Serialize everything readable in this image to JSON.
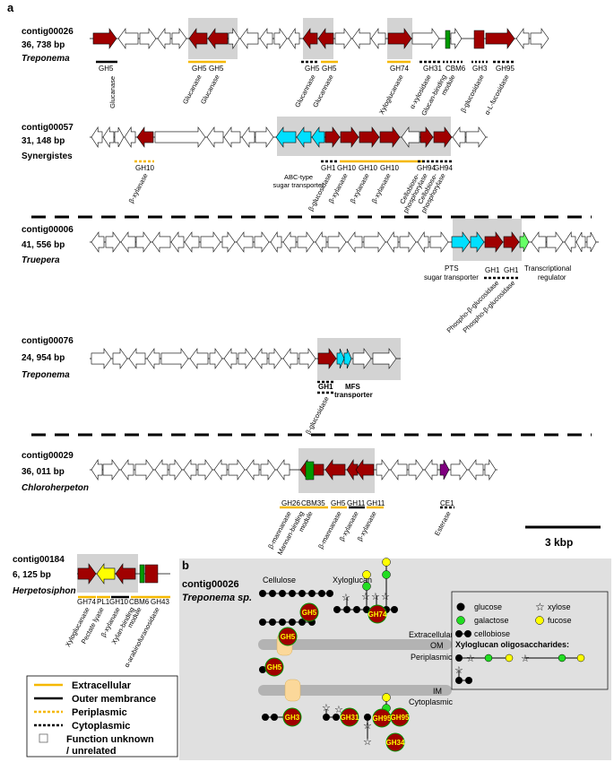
{
  "panel_a_label": "a",
  "panel_b_label": "b",
  "colors": {
    "gh": "#a00000",
    "abc": "#00e0ff",
    "green": "#009a00",
    "light_green": "#66ff66",
    "purple": "#800080",
    "yellow": "#ffff00",
    "extracellular": "#f5b800",
    "shade": "#d3d3d3"
  },
  "contigs": [
    {
      "id": "contig00026",
      "length": "36, 738 bp",
      "organism": "Treponema"
    },
    {
      "id": "contig00057",
      "length": "31, 148 bp",
      "organism": "Synergistes"
    },
    {
      "id": "contig00006",
      "length": "41, 556 bp",
      "organism": "Truepera"
    },
    {
      "id": "contig00076",
      "length": "24, 954 bp",
      "organism": "Treponema"
    },
    {
      "id": "contig00029",
      "length": "36, 011 bp",
      "organism": "Chloroherpeton"
    },
    {
      "id": "contig00184",
      "length": "6, 125 bp",
      "organism": "Herpetosiphon"
    }
  ],
  "gene_labels": {
    "c26": [
      "GH5",
      "GH5",
      "GH5",
      "GH5",
      "GH5",
      "GH74",
      "GH31",
      "CBM6",
      "GH3",
      "GH95"
    ],
    "c26_funcs": [
      "Glucanase",
      "Glucanase",
      "Glucanase",
      "Glucannase",
      "Glucannase",
      "Xyloglucanase",
      "α-xylosidase",
      "Glucan-binding",
      "module",
      "β-glucosidase",
      "α-L-fucosidase"
    ],
    "c57": [
      "GH10",
      "GH1",
      "GH10",
      "GH10",
      "GH10",
      "GH94",
      "GH94"
    ],
    "c57_funcs": [
      "β-xylanase",
      "ABC-type",
      "sugar transporter",
      "β-glucosidase",
      "β-xylanase",
      "β-xylanase",
      "β-xylanase",
      "Cellobiose-",
      "phosphorylase",
      "Cellobiose-",
      "phosphorylase"
    ],
    "c6": [
      "GH1",
      "GH1"
    ],
    "c6_funcs": [
      "PTS",
      "sugar transporter",
      "Phospho-β-glucosidase",
      "Phospho-β-glucosidase",
      "Transcriptional",
      "regulator"
    ],
    "c76": [
      "GH1",
      "MFS",
      "transporter"
    ],
    "c76_funcs": [
      "β-glucosidase"
    ],
    "c29": [
      "GH26",
      "CBM35",
      "GH5",
      "GH11",
      "GH11",
      "CE1"
    ],
    "c29_funcs": [
      "β-mannanase",
      "Mannan-binding",
      "module",
      "β-mannanase",
      "β-xylanase",
      "β-xylanase",
      "Esterase"
    ],
    "c184": [
      "GH74",
      "PL1",
      "GH10",
      "CBM6",
      "GH43"
    ],
    "c184_funcs": [
      "Xyloglucanase",
      "Pectate lyase",
      "β-xylanase",
      "Xylan-binding",
      "module",
      "α-arabinofuranosidase"
    ]
  },
  "scale_bar": "3 kbp",
  "legend": {
    "items": [
      "Extracellular",
      "Outer membrance",
      "Periplasmic",
      "Cytoplasmic",
      "Function unknown",
      "/ unrelated"
    ]
  },
  "panel_b": {
    "title1": "contig00026",
    "title2": "Treponema sp.",
    "cellulose": "Cellulose",
    "xyloglucan": "Xyloglucan",
    "extracellular": "Extracellular",
    "om": "OM",
    "periplasmic": "Periplasmic",
    "im": "IM",
    "cytoplasmic": "Cytoplasmic",
    "enzymes": [
      "GH5",
      "GH74",
      "GH5",
      "GH5",
      "GH3",
      "GH31",
      "GH95",
      "GH95",
      "GH34"
    ],
    "key": {
      "glucose": "glucose",
      "xylose": "xylose",
      "galactose": "galactose",
      "fucose": "fucose",
      "cellobiose": "cellobiose",
      "xgo": "Xyloglucan oligosaccharides:"
    }
  }
}
